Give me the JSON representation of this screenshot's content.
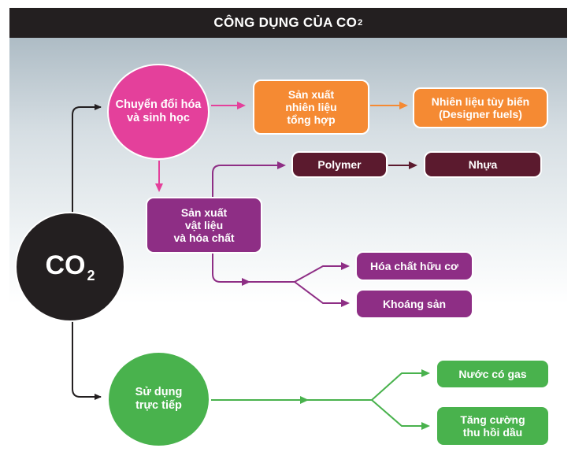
{
  "title": {
    "main": "CÔNG DỤNG CỦA CO",
    "sub": "2"
  },
  "co2": {
    "main": "CO",
    "sub": "2"
  },
  "nodes": {
    "chem_bio": "Chuyển đổi hóa\nvà sinh học",
    "synthetic_fuel": "Sản xuất\nnhiên liệu\ntổng hợp",
    "designer_fuel": "Nhiên liệu tùy biến\n(Designer fuels)",
    "materials": "Sản xuất\nvật liệu\nvà hóa chất",
    "polymer": "Polymer",
    "plastic": "Nhựa",
    "organic_chem": "Hóa chất hữu cơ",
    "minerals": "Khoáng sản",
    "direct_use": "Sử dụng\ntrực tiếp",
    "soda": "Nước có gas",
    "oil_recovery": "Tăng cường\nthu hồi dầu"
  },
  "colors": {
    "black": "#231f20",
    "pink": "#e4409b",
    "orange": "#f58a33",
    "purple": "#8e2e85",
    "maroon": "#5b1a2e",
    "green": "#49b24d"
  }
}
